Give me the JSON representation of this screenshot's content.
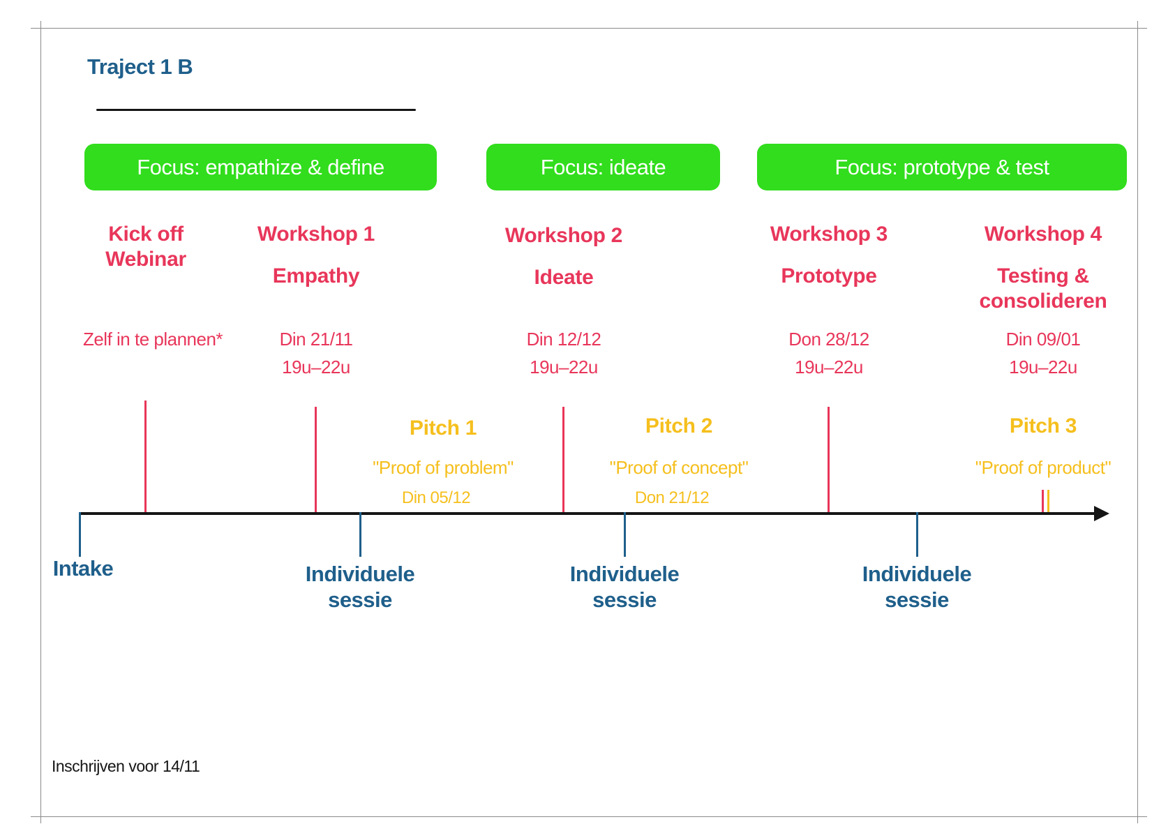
{
  "title": "Traject 1  B",
  "colors": {
    "focus_green": "#31dd1c",
    "event_red": "#e8365a",
    "pitch_yellow": "#f5bf1d",
    "session_blue": "#1f5f8b",
    "axis_black": "#151515"
  },
  "focus": [
    {
      "label": "Focus: empathize & define"
    },
    {
      "label": "Focus: ideate"
    },
    {
      "label": "Focus: prototype & test"
    }
  ],
  "events": [
    {
      "title": "Kick off",
      "title2": "Webinar",
      "date": "Zelf in te plannen*"
    },
    {
      "title": "Workshop 1",
      "subtitle": "Empathy",
      "date": "Din 21/11",
      "time": "19u–22u"
    },
    {
      "title": "Workshop 2",
      "subtitle": "Ideate",
      "date": "Din 12/12",
      "time": "19u–22u"
    },
    {
      "title": "Workshop 3",
      "subtitle": "Prototype",
      "date": "Don 28/12",
      "time": "19u–22u"
    },
    {
      "title": "Workshop 4",
      "subtitle": "Testing &",
      "subtitle2": "consolideren",
      "date": "Din 09/01",
      "time": "19u–22u"
    }
  ],
  "pitches": [
    {
      "title": "Pitch 1",
      "quote": "\"Proof of problem\"",
      "date": "Din 05/12"
    },
    {
      "title": "Pitch 2",
      "quote": "\"Proof of concept\"",
      "date": "Don 21/12"
    },
    {
      "title": "Pitch 3",
      "quote": "\"Proof of product\""
    }
  ],
  "sessions": [
    {
      "label": "Intake"
    },
    {
      "label": "Individuele",
      "label2": "sessie"
    },
    {
      "label": "Individuele",
      "label2": "sessie"
    },
    {
      "label": "Individuele",
      "label2": "sessie"
    }
  ],
  "footer": "Inschrijven voor 14/11"
}
